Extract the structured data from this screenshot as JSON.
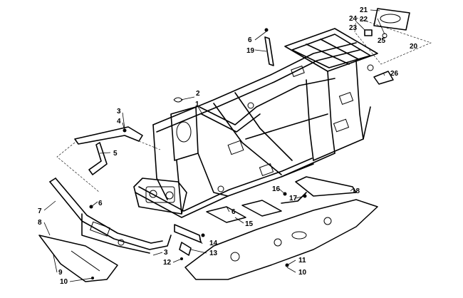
{
  "callouts": {
    "c1": "1",
    "c2": "2",
    "c3a": "3",
    "c3b": "3",
    "c4": "4",
    "c5": "5",
    "c6a": "6",
    "c6b": "6",
    "c6c": "6",
    "c7": "7",
    "c8": "8",
    "c9": "9",
    "c10a": "10",
    "c10b": "10",
    "c11": "11",
    "c12": "12",
    "c13": "13",
    "c14": "14",
    "c15": "15",
    "c16": "16",
    "c17": "17",
    "c18": "18",
    "c19": "19",
    "c20": "20",
    "c21": "21",
    "c22": "22",
    "c23": "23",
    "c24": "24",
    "c25": "25",
    "c26": "26"
  }
}
